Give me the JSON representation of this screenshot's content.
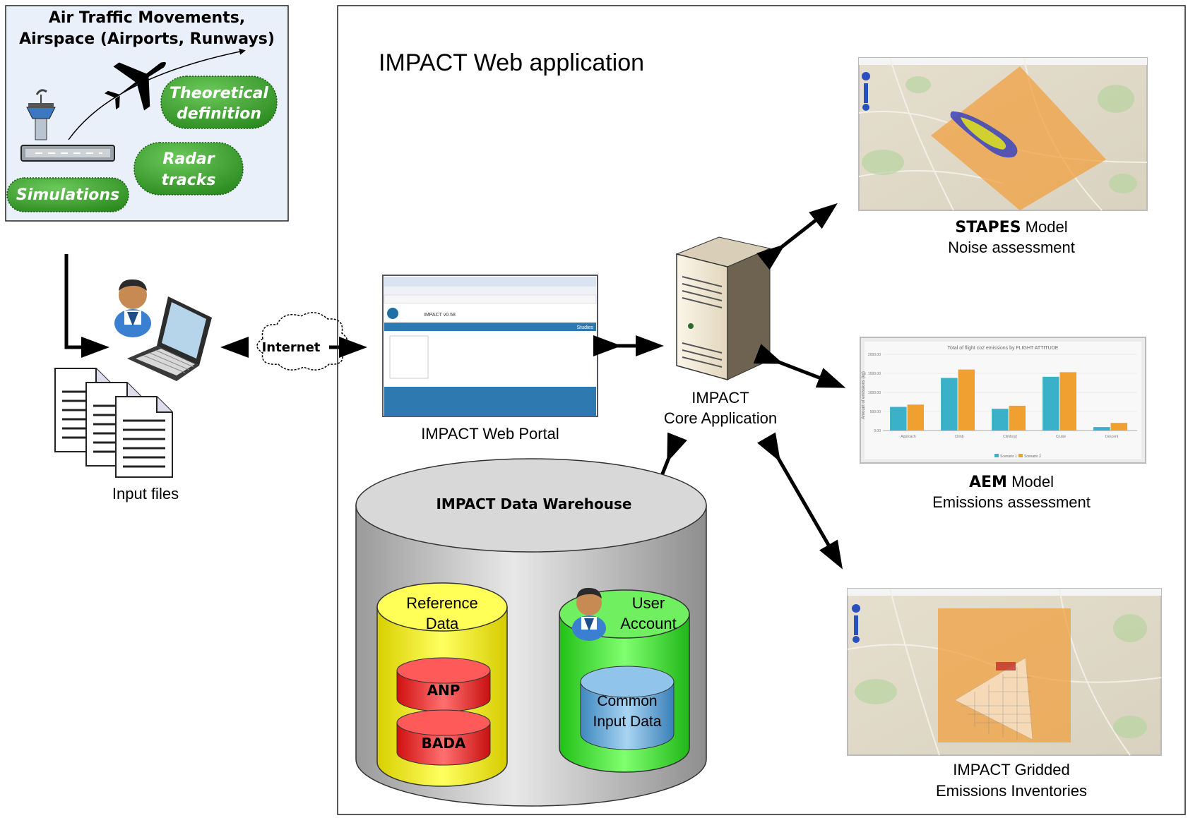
{
  "sources": {
    "title_line1": "Air Traffic Movements,",
    "title_line2": "Airspace (Airports, Runways)",
    "badge_theoretical_l1": "Theoretical",
    "badge_theoretical_l2": "definition",
    "badge_radar_l1": "Radar",
    "badge_radar_l2": "tracks",
    "badge_simulations": "Simulations"
  },
  "input_files_label": "Input files",
  "internet_label": "Internet",
  "webapp": {
    "title": "IMPACT Web application",
    "portal_label": "IMPACT Web Portal",
    "portal_app_name": "IMPACT v0.58",
    "portal_tab": "Studies",
    "core_label_l1": "IMPACT",
    "core_label_l2": "Core Application"
  },
  "warehouse": {
    "title": "IMPACT Data Warehouse",
    "reference_l1": "Reference",
    "reference_l2": "Data",
    "anp": "ANP",
    "bada": "BADA",
    "user_l1": "User",
    "user_l2": "Account",
    "common_l1": "Common",
    "common_l2": "Input Data"
  },
  "models": {
    "stapes_bold": "STAPES",
    "stapes_rest": " Model",
    "stapes_sub": "Noise assessment",
    "aem_bold": "AEM",
    "aem_rest": " Model",
    "aem_sub": "Emissions assessment",
    "grid_l1": "IMPACT Gridded",
    "grid_l2": "Emissions Inventories"
  },
  "colors": {
    "badge_green": "#3a9a2a",
    "reference_yellow": "#f5f000",
    "user_green": "#33dd22",
    "common_blue": "#5aa0d0",
    "anp_red": "#e02020",
    "chart_teal": "#3bb0c9",
    "chart_orange": "#f0a030",
    "map_overlay_orange": "#f0a040"
  },
  "chart_data": {
    "type": "bar",
    "title": "Total of flight co2 emissions by FLIGHT ATTITUDE",
    "ylabel": "Amount of emissions (kg)",
    "categories": [
      "Approach",
      "Climb",
      "Climbout",
      "Cruise",
      "Descent"
    ],
    "ylim": [
      0,
      2000
    ],
    "yticks": [
      "0.00",
      "500.00",
      "1000.00",
      "1500.00",
      "2000.00"
    ],
    "series": [
      {
        "name": "Scenario 1",
        "color": "#3bb0c9",
        "values": [
          620,
          1380,
          570,
          1410,
          90
        ]
      },
      {
        "name": "Scenario 2",
        "color": "#f0a030",
        "values": [
          680,
          1600,
          650,
          1530,
          200
        ]
      }
    ],
    "legend": "bottom-center",
    "grid": true
  }
}
